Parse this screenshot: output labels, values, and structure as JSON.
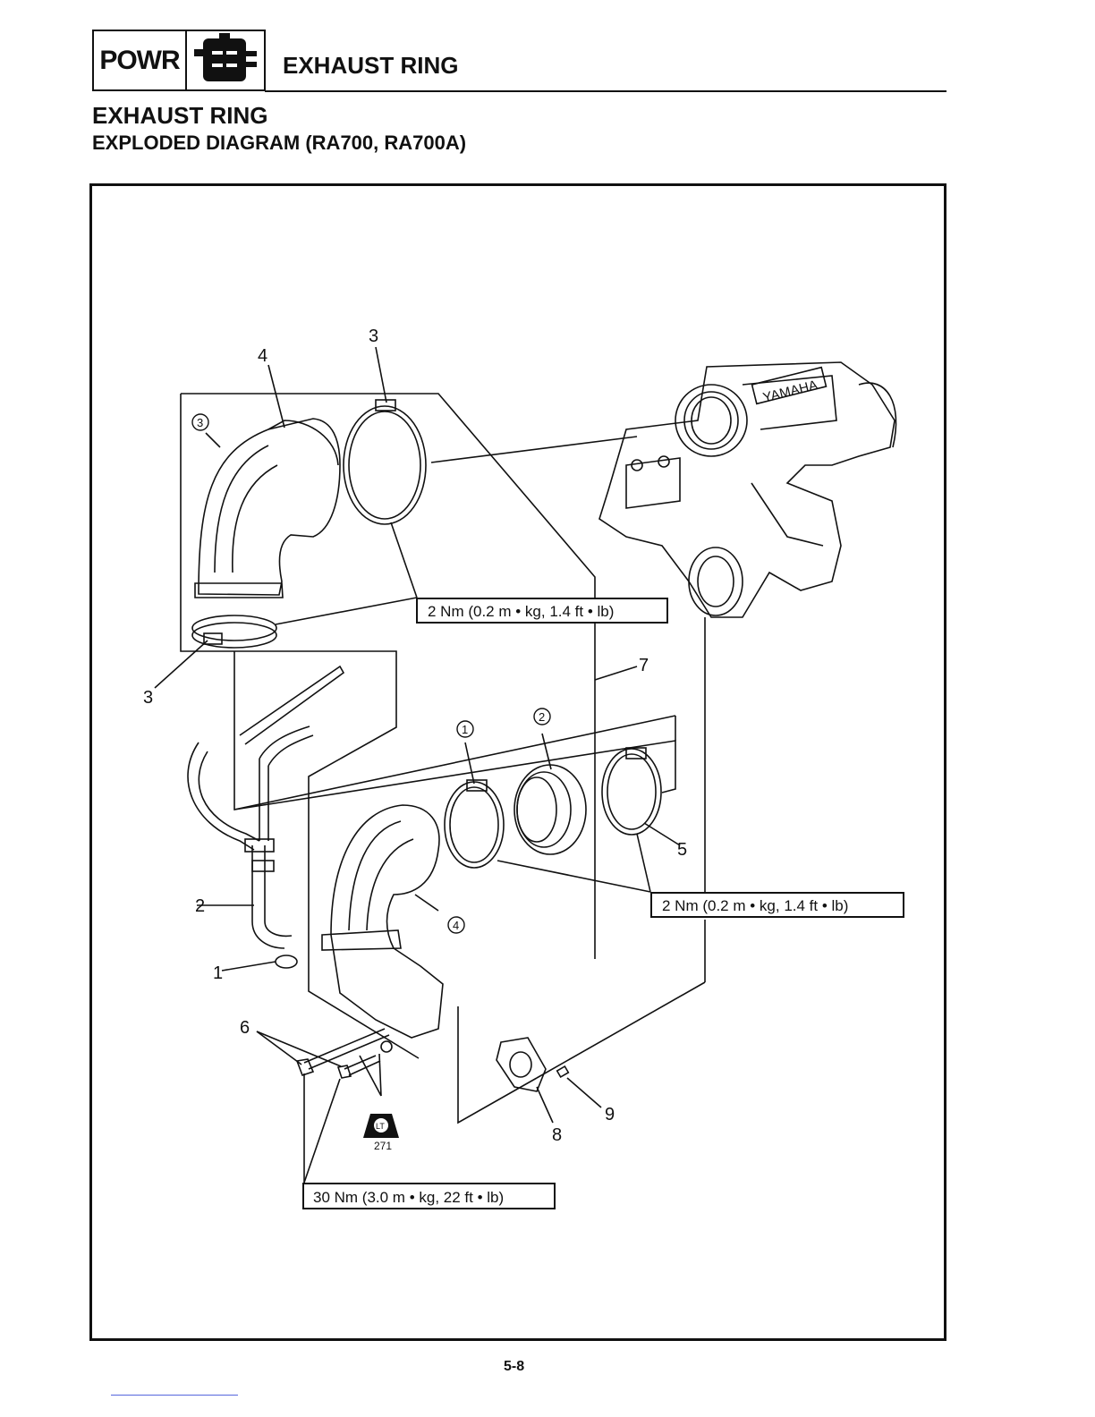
{
  "header": {
    "section_code": "POWR",
    "section_icon": "engine-icon",
    "title": "EXHAUST RING"
  },
  "page": {
    "title": "EXHAUST RING",
    "subtitle": "EXPLODED DIAGRAM (RA700, RA700A)",
    "page_number": "5-8"
  },
  "diagram": {
    "callouts": [
      "1",
      "2",
      "3",
      "3",
      "4",
      "5",
      "6",
      "7",
      "8",
      "9"
    ],
    "circled_callouts": [
      "1",
      "2",
      "3",
      "4"
    ],
    "torque_specs": [
      "2 Nm (0.2 m • kg, 1.4 ft • lb)",
      "2 Nm (0.2 m • kg, 1.4 ft • lb)",
      "30 Nm (3.0 m • kg, 22 ft • lb)"
    ],
    "locktite": {
      "badge": "LT",
      "number": "271"
    },
    "logo_text": "YAMAHA"
  },
  "colors": {
    "ink": "#111111",
    "paper": "#ffffff"
  }
}
